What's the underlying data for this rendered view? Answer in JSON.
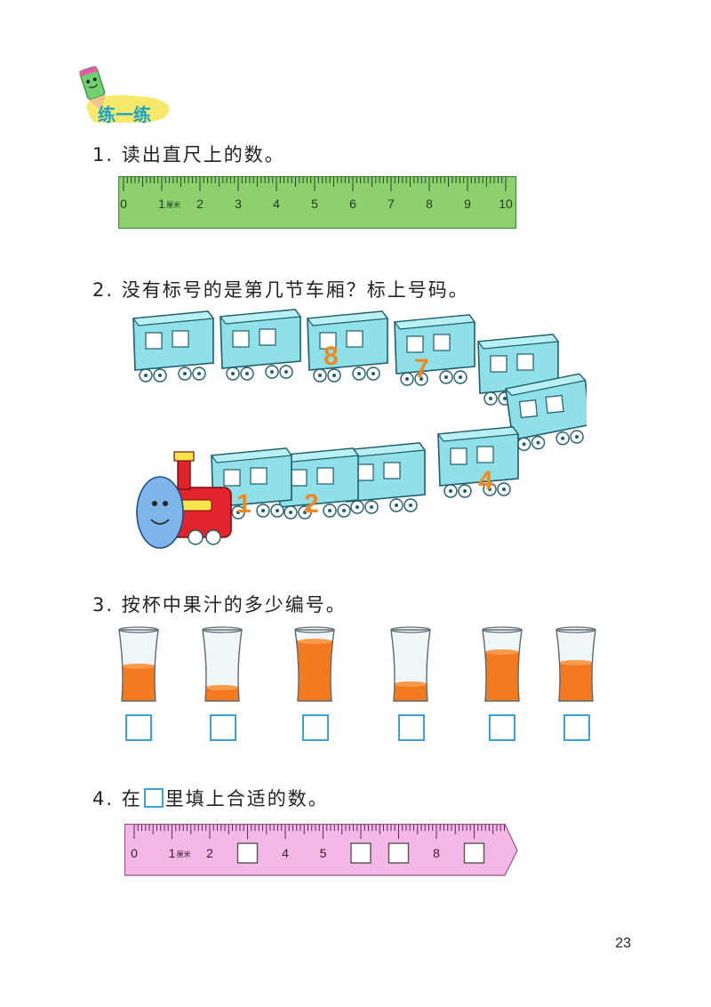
{
  "section": {
    "title": "练一练"
  },
  "questions": {
    "q1": {
      "number": "1.",
      "text": "读出直尺上的数。"
    },
    "q2": {
      "number": "2.",
      "text": "没有标号的是第几节车厢？标上号码。"
    },
    "q3": {
      "number": "3.",
      "text": "按杯中果汁的多少编号。"
    },
    "q4": {
      "number": "4.",
      "text_before": "在",
      "text_after": "里填上合适的数。"
    }
  },
  "ruler1": {
    "labels": [
      "0",
      "1",
      "2",
      "3",
      "4",
      "5",
      "6",
      "7",
      "8",
      "9",
      "10"
    ],
    "unit": "厘米",
    "color": "#8fd06e"
  },
  "train": {
    "car_numbers": [
      "1",
      "2",
      "4",
      "7",
      "8"
    ],
    "car_color": "#8fe0e8",
    "number_color": "#f08a1e",
    "engine_color": "#e3232b"
  },
  "cups": {
    "juice_levels": [
      0.5,
      0.2,
      0.85,
      0.25,
      0.7,
      0.55
    ],
    "juice_color": "#f47a1f"
  },
  "ruler2": {
    "labels": [
      "0",
      "1",
      "2",
      "4",
      "5",
      "8"
    ],
    "unit": "厘米",
    "color": "#f4b8e6"
  },
  "page_number": "23"
}
